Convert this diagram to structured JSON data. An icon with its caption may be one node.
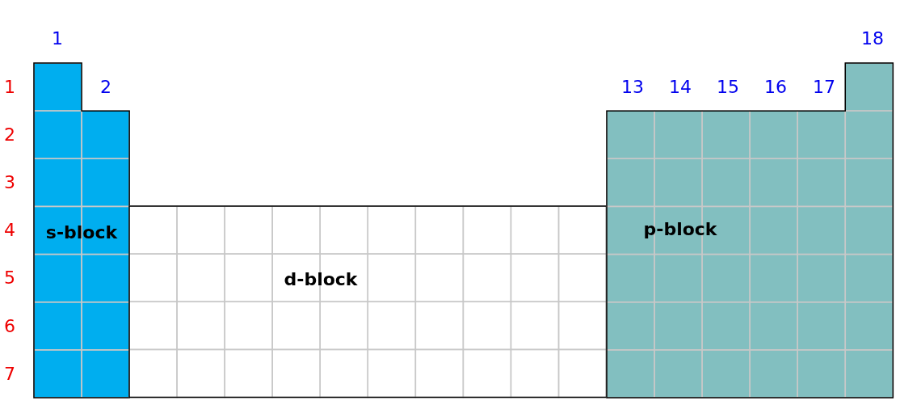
{
  "diagram": {
    "nodes": [
      {
        "text": [
          "s-block"
        ]
      },
      {
        "text": [
          "d-block"
        ]
      },
      {
        "text": [
          "p-block"
        ]
      }
    ],
    "edges": [],
    "labels": [
      "1",
      "18",
      "1",
      "2",
      "13",
      "14",
      "15",
      "16",
      "17",
      "2",
      "3",
      "4",
      "5",
      "6",
      "7"
    ]
  }
}
